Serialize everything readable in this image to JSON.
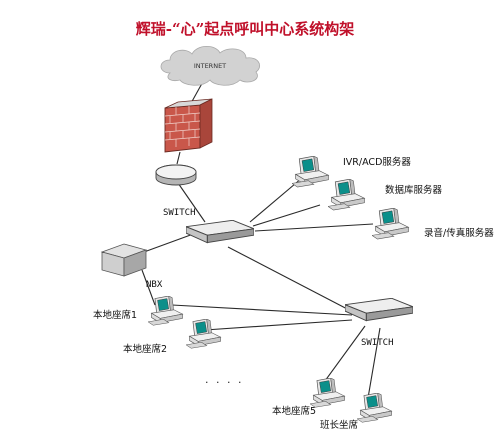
{
  "diagram": {
    "title": "辉瑞-“心”起点呼叫中心系统构架",
    "cloud_label": "INTERNET",
    "firewall_icon": "brick-firewall-icon",
    "switch_top_label": "SWITCH",
    "switch_bottom_label": "SWITCH",
    "pbx_label": "NBX",
    "servers": [
      {
        "label": "IVR/ACD服务器"
      },
      {
        "label": "数据库服务器"
      },
      {
        "label": "录音/传真服务器"
      }
    ],
    "seats": [
      {
        "label": "本地座席1"
      },
      {
        "label": "本地座席2"
      },
      {
        "label": "本地座席5"
      },
      {
        "label": "班长坐席"
      }
    ],
    "ellipsis": ". . . ."
  }
}
